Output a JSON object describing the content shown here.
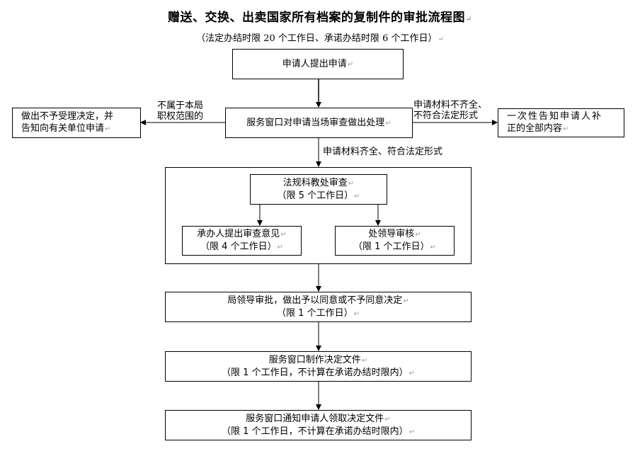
{
  "header": {
    "title": "赠送、交换、出卖国家所有档案的复制件的审批流程图",
    "subtitle": "（法定办结时限 20 个工作日、承诺办结时限 6 个工作日）"
  },
  "nodes": {
    "apply": {
      "line1": "申请人提出申请"
    },
    "window_review": {
      "line1": "服务窗口对申请当场审查做出处理"
    },
    "reject": {
      "line1": "做出不予受理决定，并",
      "line2": "告知向有关单位申请"
    },
    "notify_supplement": {
      "line1": "一次性告知申请人补",
      "line2": "正的全部内容"
    },
    "legal_review": {
      "line1": "法规科教处审查",
      "line2": "（限 5 个工作日）"
    },
    "handler_opinion": {
      "line1": "承办人提出审查意见",
      "line2": "（限 4 个工作日）"
    },
    "division_review": {
      "line1": "处领导审核",
      "line2": "（限 1 个工作日）"
    },
    "bureau_approval": {
      "line1": "局领导审批，做出予以同意或不予同意决定",
      "line2": "（限 1 个工作日）"
    },
    "make_decision_doc": {
      "line1": "服务窗口制作决定文件",
      "line2": "（限 1 个工作日，不计算在承诺办结时限内）"
    },
    "notify_collect": {
      "line1": "服务窗口通知申请人领取决定文件",
      "line2": "（限 1 个工作日，不计算在承诺办结时限内）"
    }
  },
  "edges": {
    "not_in_scope": {
      "line1": "不属于本局",
      "line2": "职权范围的"
    },
    "incomplete": {
      "line1": "申请材料不齐全、",
      "line2": "不符合法定形式"
    },
    "complete": {
      "line1": "申请材料齐全、符合法定形式"
    }
  },
  "paragraph_mark": "↵",
  "colors": {
    "line": "#000000",
    "arrow_gray": "#555555",
    "background": "#ffffff"
  }
}
